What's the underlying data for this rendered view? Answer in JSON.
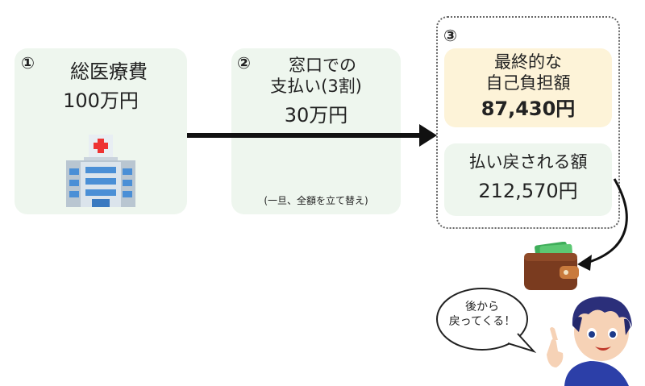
{
  "step1": {
    "num": "①",
    "title": "総医療費",
    "amount": "100万円"
  },
  "step2": {
    "num": "②",
    "title_line1": "窓口での",
    "title_line2": "支払い(3割)",
    "amount": "30万円",
    "note": "(一旦、全額を立て替え)"
  },
  "step3": {
    "num": "③",
    "self_pay_line1": "最終的な",
    "self_pay_line2": "自己負担額",
    "self_pay_amount": "87,430円",
    "refund_title": "払い戻される額",
    "refund_amount": "212,570円"
  },
  "speech": {
    "line1": "後から",
    "line2": "戻ってくる！"
  },
  "icons": [
    "hospital-icon",
    "wallet-icon",
    "character-illustration"
  ],
  "colors": {
    "box_green": "#eef6ee",
    "box_yellow": "#fdf3d8",
    "arrow": "#111111"
  }
}
